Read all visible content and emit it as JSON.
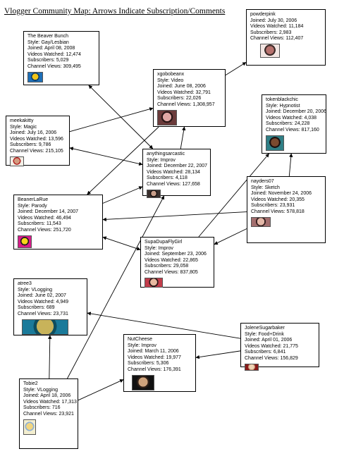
{
  "title": "Vlogger Community Map: Arrows Indicate Subscription/Comments",
  "nodes": {
    "powderpink": {
      "name": "powderpink",
      "style": "Joined: July 30, 2006",
      "videos": "Videos Watched: 11,184",
      "subs": "Subscribers: 2,983",
      "views": "Channel Views: 112,407",
      "avatar": [
        "#f3e6e3",
        "#b7726e",
        "#3b2a28"
      ]
    },
    "beaver": {
      "name": "The Beaver Bunch",
      "style": "Style: Gay/Lesbian",
      "joined": "Joined: April 08, 2008",
      "videos": "Videos Watched: 12,474",
      "subs": "Subscribers: 5,029",
      "views": "Channel Views: 309,495",
      "avatar": [
        "#1d6fb8",
        "#f0c419",
        "#0c3a66"
      ]
    },
    "xgobo": {
      "name": "xgobobeanx",
      "style": "Style: Video",
      "joined": "Joined: June 08, 2006",
      "videos": "Videos Watched: 32,791",
      "subs": "Subscribers: 22,026",
      "views": "Channel Views: 1,308,957",
      "avatar": [
        "#6b3b3b",
        "#e0a7a4",
        "#2a1717"
      ]
    },
    "token": {
      "name": "tokenblackchic",
      "style": "Style: Hypnotist",
      "joined": "Joined: December 20, 2006",
      "videos": "Videos Watched: 4,038",
      "subs": "Subscribers: 24,228",
      "views": "Channel Views: 817,160",
      "avatar": [
        "#2f7f86",
        "#7b4a2f",
        "#1b1111"
      ]
    },
    "meeka": {
      "name": "meekakitty",
      "style": "Style: Magic",
      "joined": "Joined: July 16, 2006",
      "videos": "Videos Watched: 13,596",
      "subs": "Subscribers: 9,786",
      "views": "Channel Views: 215,105",
      "avatar": [
        "#f2efe6",
        "#d49b7f",
        "#b02222"
      ]
    },
    "anything": {
      "name": "anythingsarcastic",
      "style": "Style: Improv",
      "joined": "Joined: December 22, 2007",
      "videos": "Videos Watched: 28,134",
      "subs": "Subscribers: 4,118",
      "views": "Channel Views: 127,658",
      "avatar": [
        "#3a2f2d",
        "#c99e8a",
        "#150f0e"
      ]
    },
    "beaner": {
      "name": "BeanerLaRue",
      "style": "Style: Parody",
      "joined": "Joined: December 14, 2007",
      "videos": "Videos Watched: 46,494",
      "subs": "Subscribers: 11,543",
      "views": "Channel Views: 251,720",
      "avatar": [
        "#d81c8a",
        "#f6d51a",
        "#1a1a1a"
      ]
    },
    "nayders": {
      "name": "nayders07",
      "style": "Style: Sketch",
      "joined": "Joined: November 24, 2006",
      "videos": "Videos Watched: 20,355",
      "subs": "Subscribers: 23,931",
      "views": "Channel Views: 578,818",
      "avatar": [
        "#a26d6d",
        "#e4b8a8",
        "#3a2222"
      ]
    },
    "supa": {
      "name": "SupaDupaFlyGirl",
      "style": "Style: Improv",
      "joined": "Joined: September 23, 2006",
      "videos": "Videos Watched: 22,865",
      "subs": "Subscribers: 29,058",
      "views": "Channel Views: 837,805",
      "avatar": [
        "#c23c4a",
        "#e8b9a0",
        "#2b1717"
      ]
    },
    "atree": {
      "name": "atree3",
      "style": "Style: VLogging",
      "joined": "Joined: June 02, 2007",
      "videos": "Videos Watched: 4,949",
      "subs": "Subscribers: 689",
      "views": "Channel Views: 23,731",
      "avatar": [
        "#1a7a9a",
        "#c8b35a",
        "#0e4d5e"
      ]
    },
    "jolene": {
      "name": "JoleneSugarbaker",
      "style": "Style: Food+Drink",
      "joined": "Joined: April 01, 2006",
      "videos": "Videos Watched: 21,775",
      "subs": "Subscribers: 6,841",
      "views": "Channel Views: 156,829",
      "avatar": [
        "#8a1a1a",
        "#f0d3b5",
        "#c7a080"
      ]
    },
    "nut": {
      "name": "NutCheese",
      "style": "Style: Improv",
      "joined": "Joined: March 11, 2006",
      "videos": "Videos Watched: 19,977",
      "subs": "Subscribers: 5,306",
      "views": "Channel Views: 176,391",
      "avatar": [
        "#111111",
        "#cfa37c",
        "#2d1f17"
      ]
    },
    "tobie": {
      "name": "Tobie2",
      "style": "Style: VLogging",
      "joined": "Joined: April 18, 2006",
      "videos": "Videos Watched: 17,313",
      "subs": "Subscribers: 716",
      "views": "Channel Views: 23,921",
      "avatar": [
        "#f3eecf",
        "#f2d680",
        "#8fb0d4"
      ]
    }
  },
  "edges": [
    [
      "xgobo",
      "powderpink",
      "one"
    ],
    [
      "beaver",
      "anything",
      "both"
    ],
    [
      "xgobo",
      "beaner",
      "one"
    ],
    [
      "meeka",
      "xgobo",
      "one"
    ],
    [
      "meeka",
      "anything",
      "both"
    ],
    [
      "anything",
      "xgobo",
      "one"
    ],
    [
      "supa",
      "token",
      "one"
    ],
    [
      "nayders",
      "token",
      "one"
    ],
    [
      "nayders",
      "beaner",
      "one"
    ],
    [
      "beaner",
      "anything",
      "one"
    ],
    [
      "beaner",
      "supa",
      "both"
    ],
    [
      "nayders",
      "supa",
      "one"
    ],
    [
      "jolene",
      "atree",
      "one"
    ],
    [
      "jolene",
      "nut",
      "one"
    ],
    [
      "tobie",
      "atree",
      "one"
    ],
    [
      "tobie",
      "nut",
      "one"
    ],
    [
      "tobie",
      "anything",
      "one"
    ]
  ]
}
